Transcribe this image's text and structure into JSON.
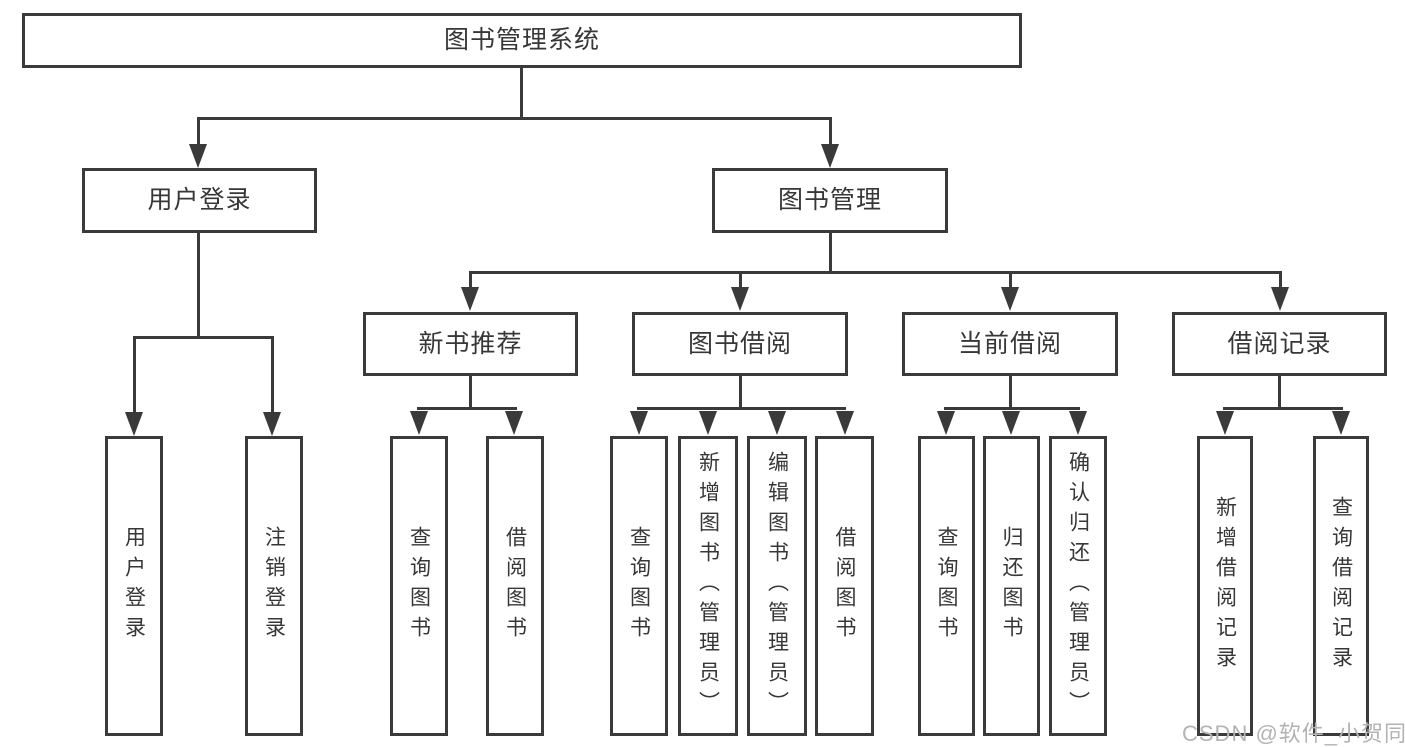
{
  "diagram": {
    "root": {
      "label": "图书管理系统"
    },
    "level2": [
      {
        "label": "用户登录"
      },
      {
        "label": "图书管理"
      }
    ],
    "level3": [
      {
        "label": "新书推荐"
      },
      {
        "label": "图书借阅"
      },
      {
        "label": "当前借阅"
      },
      {
        "label": "借阅记录"
      }
    ],
    "leaves": [
      {
        "label": "用户登录"
      },
      {
        "label": "注销登录"
      },
      {
        "label": "查询图书"
      },
      {
        "label": "借阅图书"
      },
      {
        "label": "查询图书"
      },
      {
        "label": "新增图书（管理员）"
      },
      {
        "label": "编辑图书（管理员）"
      },
      {
        "label": "借阅图书"
      },
      {
        "label": "查询图书"
      },
      {
        "label": "归还图书"
      },
      {
        "label": "确认归还（管理员）"
      },
      {
        "label": "新增借阅记录"
      },
      {
        "label": "查询借阅记录"
      }
    ]
  },
  "watermark": {
    "text": "CSDN @软件_小贺同学"
  },
  "colors": {
    "line": "#3a3a3a",
    "text": "#373737",
    "watermark": "#b3b3b3",
    "background": "#ffffff"
  }
}
